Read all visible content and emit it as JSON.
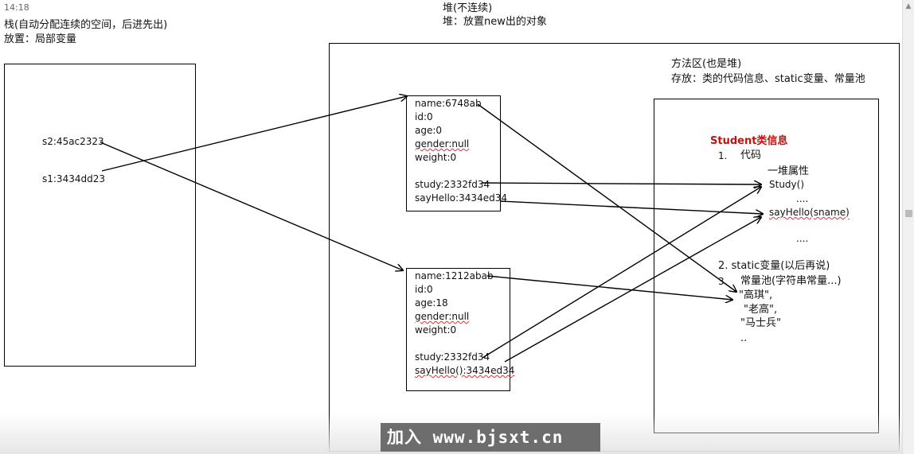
{
  "timestamp": "14:18",
  "stack": {
    "title": "栈(自动分配连续的空间，后进先出)",
    "desc": "放置：局部变量",
    "vars": [
      "s2:45ac2323",
      "s1:3434dd23"
    ]
  },
  "heap": {
    "title": "堆(不连续)",
    "desc": "堆：放置new出的对象",
    "obj1": [
      "name:6748ab",
      "id:0",
      "age:0",
      "gender:null",
      "weight:0",
      "",
      "study:2332fd34",
      "sayHello:3434ed34"
    ],
    "obj2": [
      "name:1212abab",
      "id:0",
      "age:18",
      "gender:null",
      "weight:0",
      "",
      "study:2332fd34",
      "sayHello():3434ed34"
    ]
  },
  "method_area": {
    "title": "方法区(也是堆)",
    "desc": "存放：类的代码信息、static变量、常量池",
    "student_title": "Student类信息",
    "item1_num": "1.",
    "item1_label": "代码",
    "attrs": "一堆属性",
    "study": "Study()",
    "dots1": "....",
    "sayhello": "sayHello(sname)",
    "dots2": "....",
    "item2": "2.    static变量(以后再说)",
    "item3_num": "3.",
    "item3_label": "常量池(字符串常量...)",
    "consts": [
      "\"高琪\",",
      "\"老高\",",
      "\"马士兵\""
    ],
    "dots3": ".."
  },
  "watermark": "加入 www.bjsxt.cn"
}
